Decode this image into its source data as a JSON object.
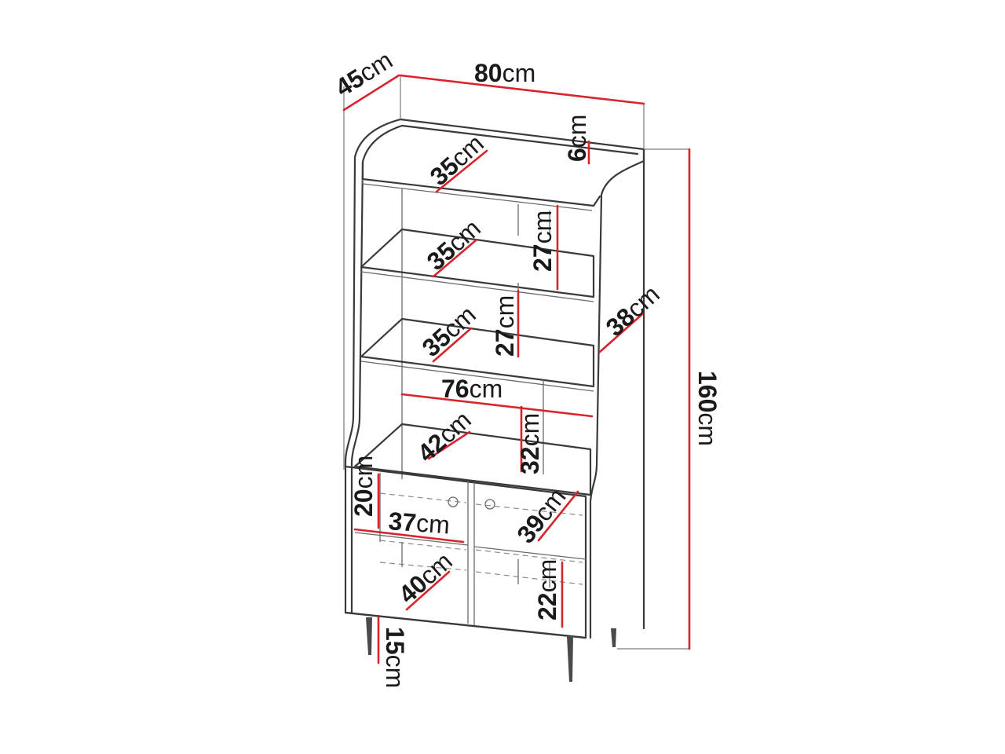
{
  "diagram": {
    "unit": "cm",
    "dimensions": {
      "depth": "45",
      "width": "80",
      "top_height": "6",
      "height": "160",
      "top_shelf_depth": "35",
      "shelf2_depth": "35",
      "shelf2_height": "27",
      "shelf3_depth": "35",
      "shelf3_height": "27",
      "side_depth": "38",
      "inner_width": "76",
      "lower_shelf_depth": "42",
      "lower_shelf_height": "32",
      "drawer_height": "20",
      "drawer_width": "37",
      "drawer_depth": "39",
      "cabinet_depth": "40",
      "cabinet_height": "22",
      "leg_height": "15"
    }
  }
}
